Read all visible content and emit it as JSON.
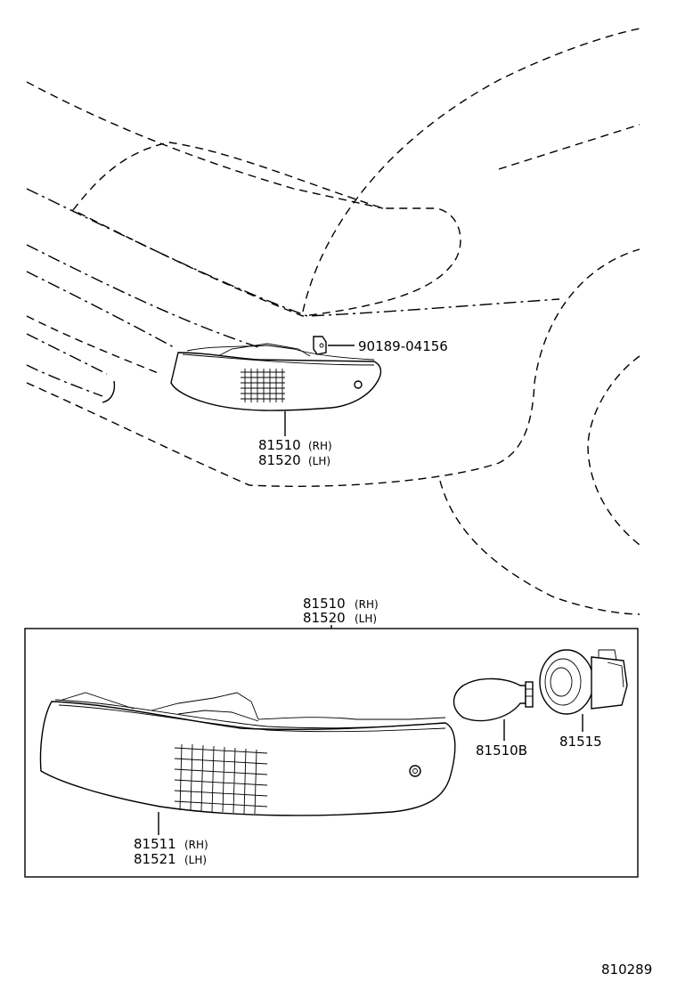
{
  "callouts": {
    "bolt": {
      "part": "90189-04156"
    },
    "lamp_top": {
      "part_rh": "81510",
      "note_rh": "(RH)",
      "part_lh": "81520",
      "note_lh": "(LH)"
    },
    "assembly": {
      "part_rh": "81510",
      "note_rh": "(RH)",
      "part_lh": "81520",
      "note_lh": "(LH)"
    },
    "lens": {
      "part_rh": "81511",
      "note_rh": "(RH)",
      "part_lh": "81521",
      "note_lh": "(LH)"
    },
    "bulb": {
      "part": "81510B"
    },
    "socket": {
      "part": "81515"
    }
  },
  "figure_code": "810289"
}
